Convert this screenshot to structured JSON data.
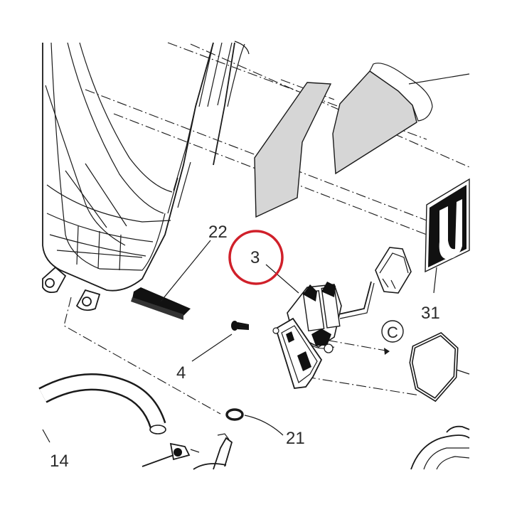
{
  "callouts": {
    "part_22": "22",
    "part_3": "3",
    "part_4": "4",
    "part_21": "21",
    "part_31": "31",
    "part_14": "14",
    "view_c": "C"
  },
  "colors": {
    "highlight_circle": "#d0202a",
    "sticker_fill": "#d6d6d6",
    "decal_fill": "#111111"
  },
  "decal": {
    "letter": "U"
  }
}
